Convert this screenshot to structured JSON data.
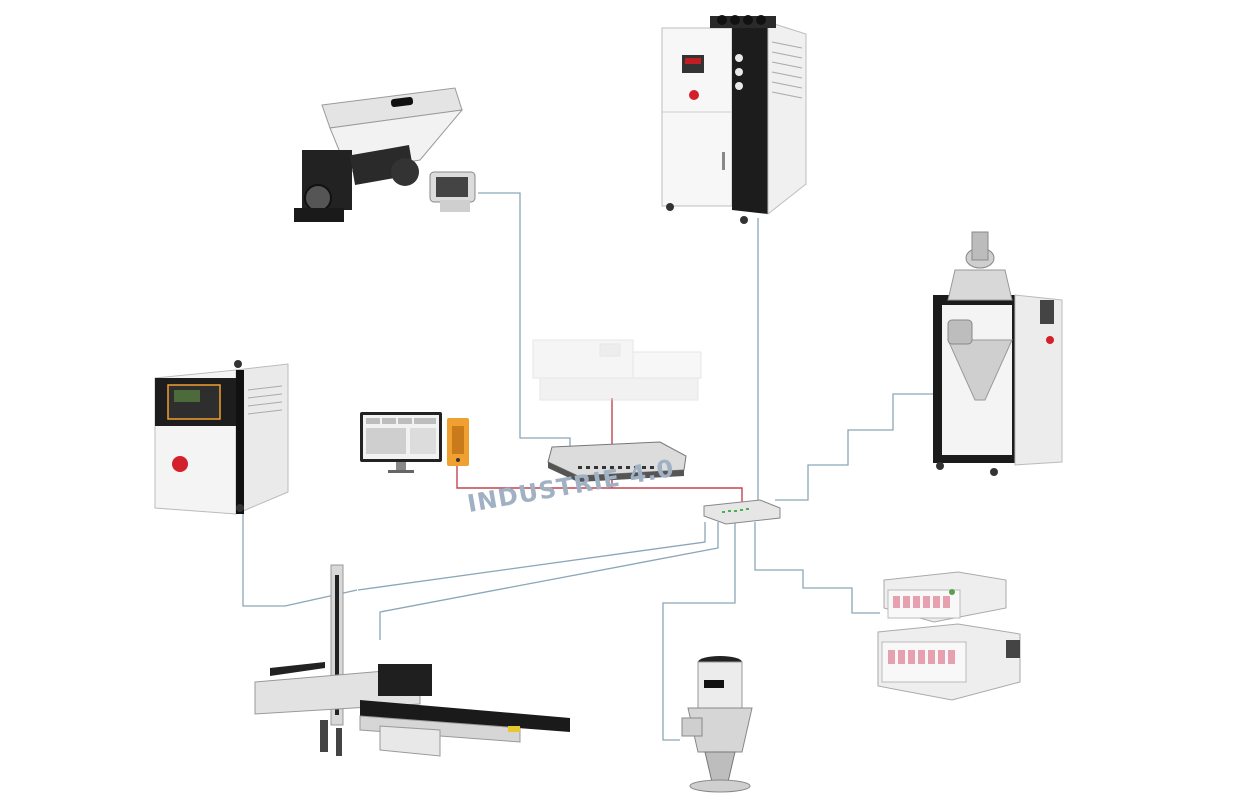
{
  "headline": "INDUSTRIE 4.0",
  "colors": {
    "network_line": "#8aa6b8",
    "control_line": "#c4454f",
    "machine_white": "#f4f4f4",
    "machine_dark": "#1c1c1c",
    "accent_orange": "#f0a030",
    "accent_red": "#d4202a"
  },
  "devices": [
    {
      "id": "gravimetric-doser",
      "icon": "dosing-unit-icon"
    },
    {
      "id": "industrial-chiller",
      "icon": "chiller-icon"
    },
    {
      "id": "dehumidifying-dryer",
      "icon": "dryer-icon"
    },
    {
      "id": "mold-temperature-controller",
      "icon": "temperature-controller-icon"
    },
    {
      "id": "hot-runner-controller",
      "icon": "hot-runner-controller-icon"
    },
    {
      "id": "vacuum-hopper-loader",
      "icon": "hopper-loader-icon"
    },
    {
      "id": "sprue-picker-robot",
      "icon": "robot-arm-icon"
    },
    {
      "id": "injection-molding-machine",
      "icon": "injection-machine-icon"
    },
    {
      "id": "monitoring-workstation",
      "icon": "monitor-icon"
    },
    {
      "id": "machine-control-unit",
      "icon": "control-box-icon"
    },
    {
      "id": "network-switch-main",
      "icon": "network-switch-icon"
    },
    {
      "id": "network-hub",
      "icon": "network-hub-icon"
    }
  ]
}
